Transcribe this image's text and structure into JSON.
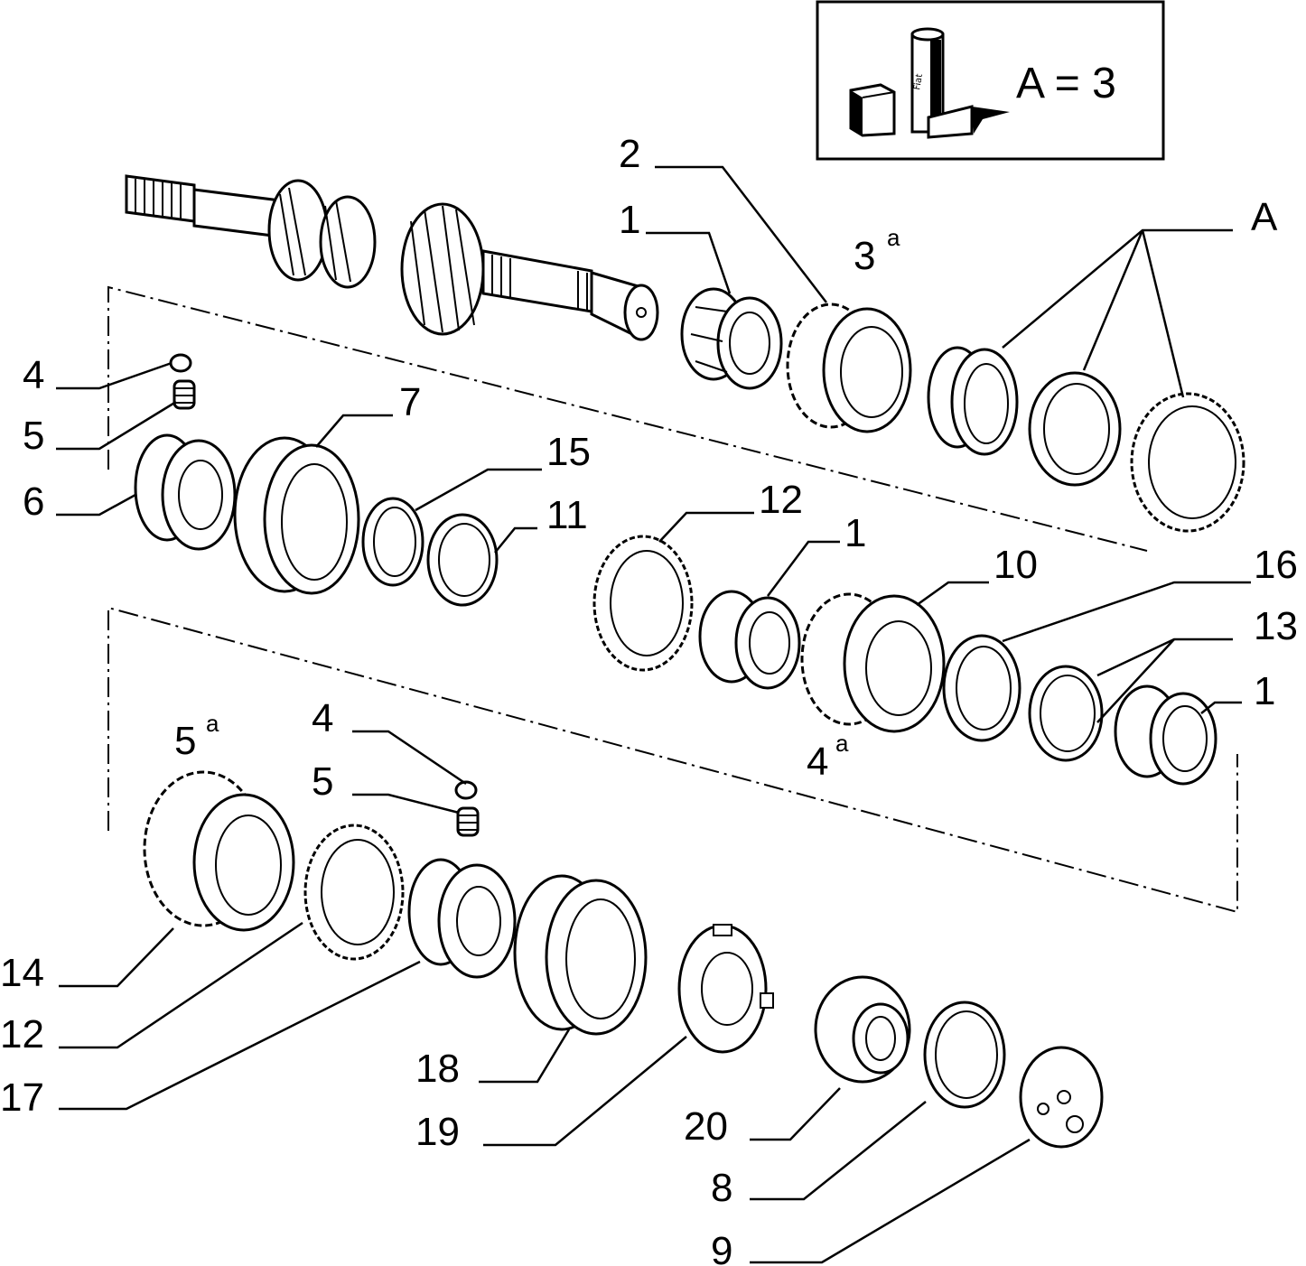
{
  "legend": {
    "text": "A = 3",
    "brand": "Fiat"
  },
  "labels": {
    "c1a": "1",
    "c2": "2",
    "cA": "A",
    "c3a": "3",
    "c3a_sup": "a",
    "c4a": "4",
    "c5a": "5",
    "c6": "6",
    "c7": "7",
    "c15": "15",
    "c11": "11",
    "c12a": "12",
    "c1b": "1",
    "c10": "10",
    "c16": "16",
    "c13": "13",
    "c1c": "1",
    "c4gear": "4",
    "c4gear_sup": "a",
    "c5gear": "5",
    "c5gear_sup": "a",
    "c4b": "4",
    "c5b": "5",
    "c14": "14",
    "c12b": "12",
    "c17": "17",
    "c18": "18",
    "c19": "19",
    "c20": "20",
    "c8": "8",
    "c9": "9"
  }
}
